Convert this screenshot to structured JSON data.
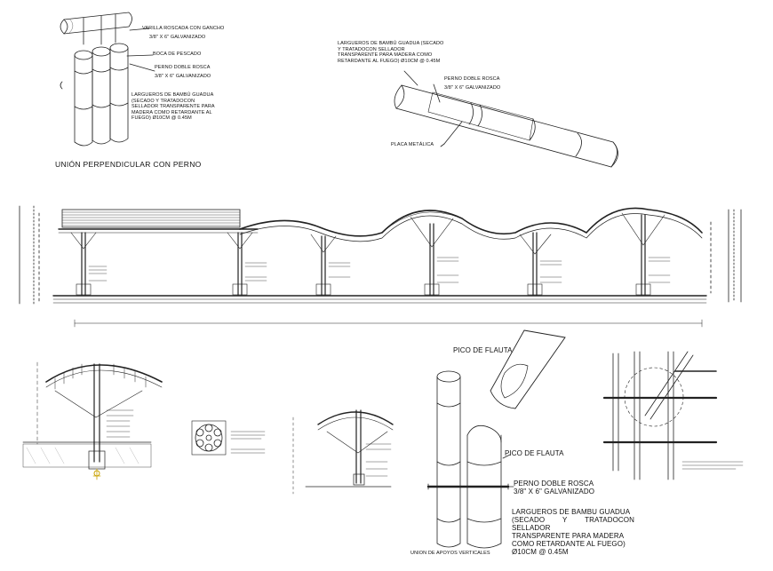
{
  "detail_top_left": {
    "title": "UNIÓN PERPENDICULAR CON PERNO",
    "label_threaded_rod": "VARILLA ROSCADA CON GANCHO",
    "label_threaded_rod_size": "3/8\" X 6\" GALVANIZADO",
    "label_fish_mouth": "BOCA DE PESCADO",
    "label_double_bolt": "PERNO DOBLE ROSCA",
    "label_double_bolt_size": "3/8\" X 6\" GALVANIZADO",
    "label_purlins": "LARGUEROS DE BAMBÚ GUADUA\n(SECADO Y TRATADOCON\nSELLADOR TRANSPARENTE PARA\nMADERA COMO RETARDANTE AL\nFUEGO) Ø10CM @ 0.45M"
  },
  "detail_top_center": {
    "label_purlins": "LARGUEROS DE BAMBÚ GUADUA (SECADO\nY TRATADOCON SELLADOR\nTRANSPARENTE PARA MADERA COMO\nRETARDANTE AL FUEGO) Ø10CM @ 0.45M",
    "label_double_bolt": "PERNO DOBLE ROSCA",
    "label_double_bolt_size": "3/8\" X 6\" GALVANIZADO",
    "label_metal_plate": "PLACA METÁLICA"
  },
  "detail_bottom_right": {
    "title": "UNION DE APOYOS VERTICALES",
    "label_flute_top": "PICO DE FLAUTA",
    "label_flute_mid": "PICO DE FLAUTA",
    "label_double_bolt": "PERNO DOBLE ROSCA",
    "label_double_bolt_size": "3/8\" X 6\" GALVANIZADO",
    "label_purlins": "LARGUEROS DE BAMBU GUADUA\n(SECADO Y TRATADOCON SELLADOR\nTRANSPARENTE PARA MADERA\nCOMO RETARDANTE AL FUEGO)\nØ10CM @ 0.45M"
  }
}
